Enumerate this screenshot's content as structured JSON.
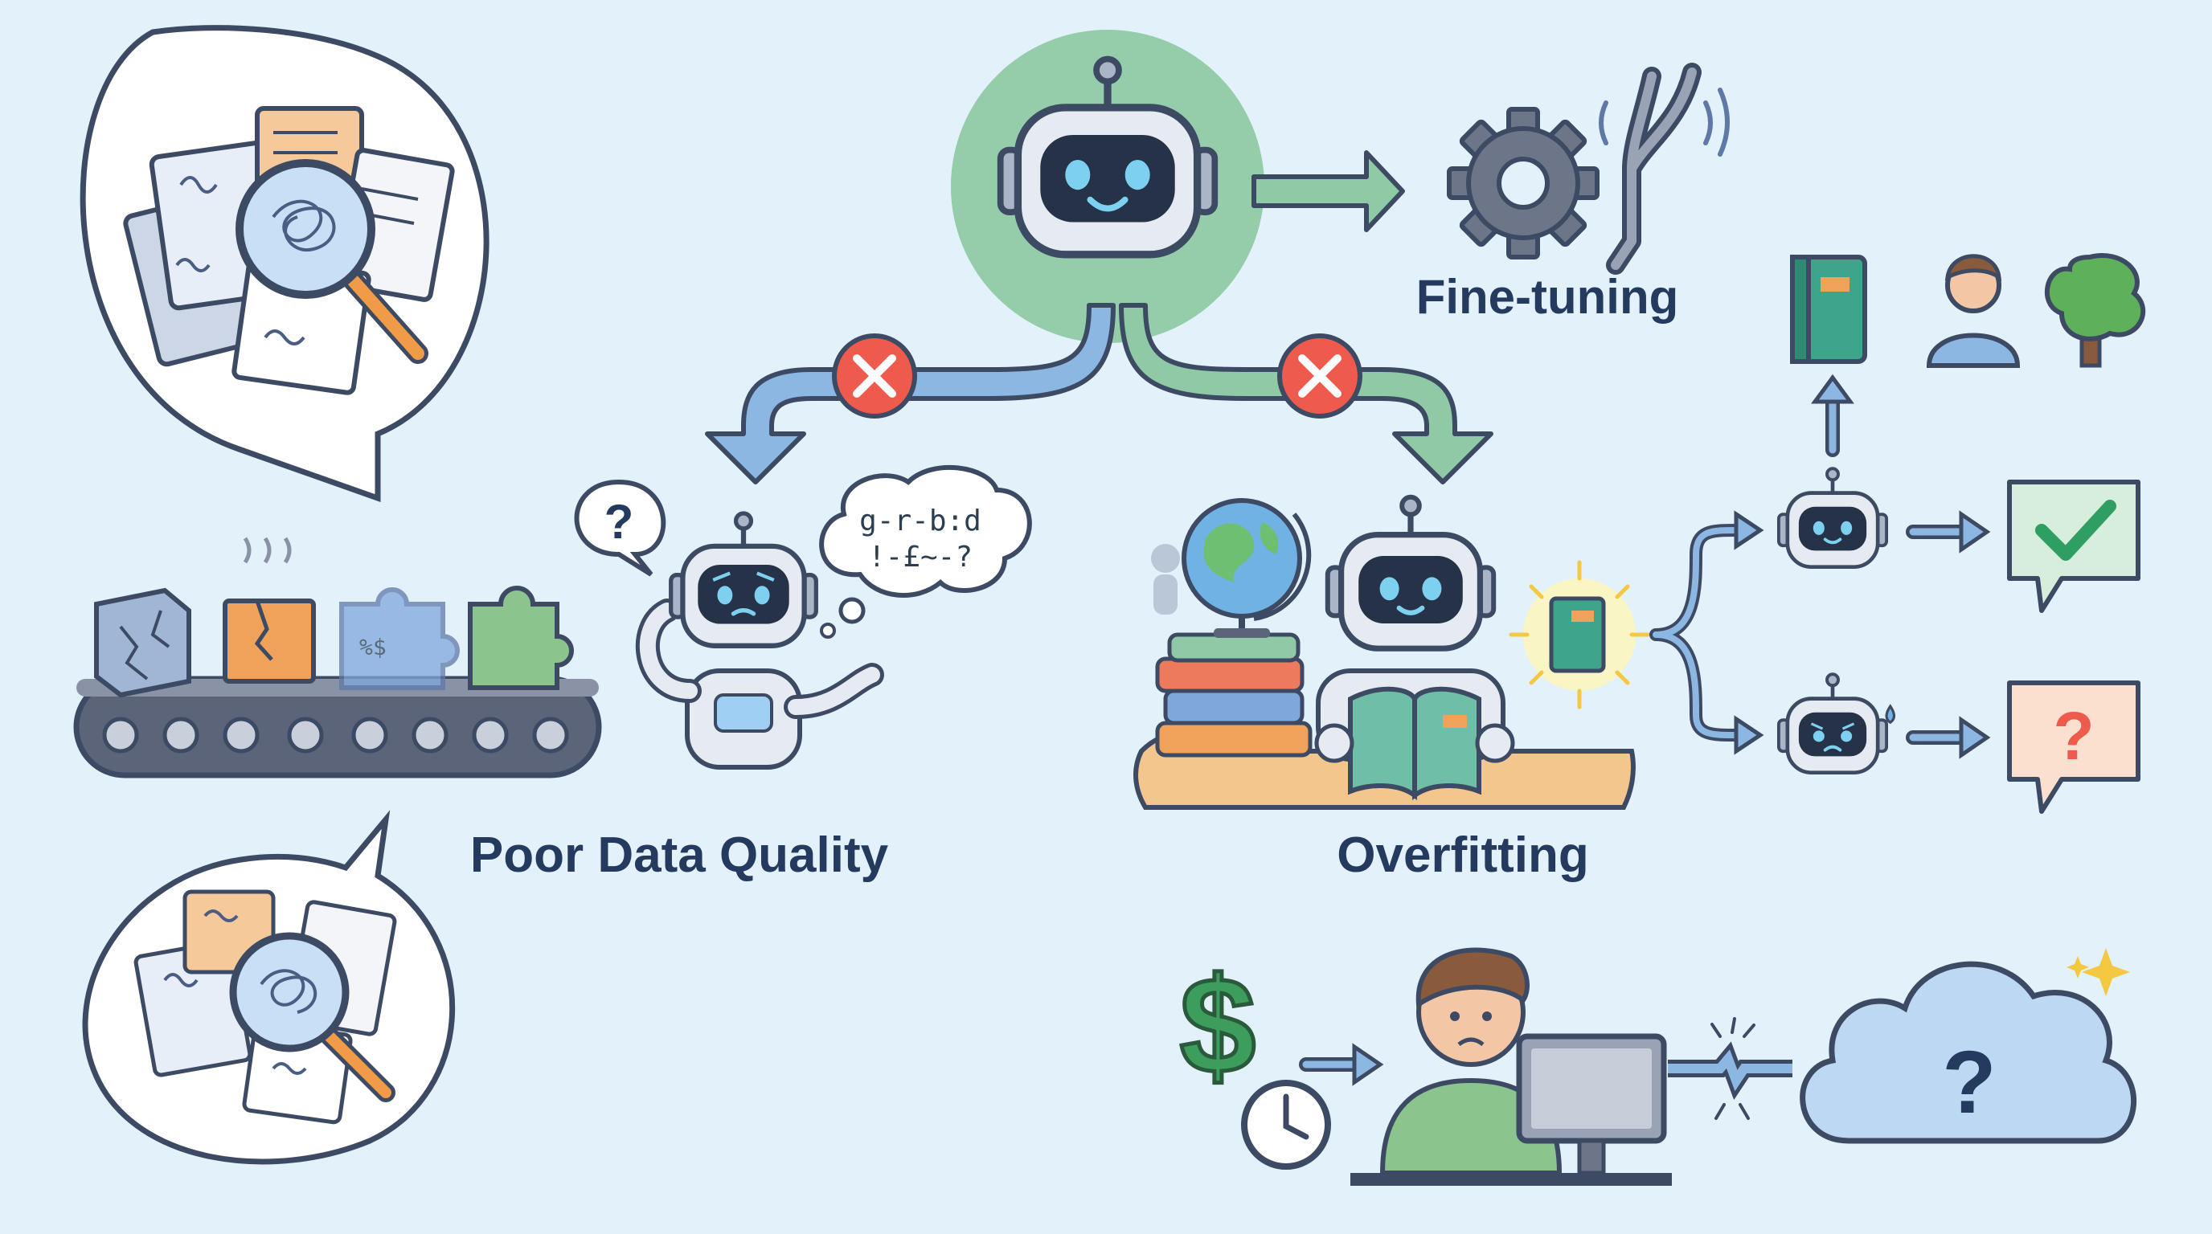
{
  "labels": {
    "fine_tuning": "Fine-tuning",
    "poor_data_quality": "Poor Data Quality",
    "overfitting": "Overfitting"
  },
  "thought": {
    "line1": "g-r-b:d",
    "line2": "!-£~-?"
  },
  "glyphs": {
    "question": "?",
    "dollar": "$",
    "puzzle_text": "%$"
  },
  "colors": {
    "background": "#e3f1fb",
    "outline": "#3d4a63",
    "blue_path": "#8db7e3",
    "green_path": "#8fc9a5",
    "error_red": "#ee5a4b",
    "success_green": "#2f9e62",
    "warning_orange": "#f1a25a",
    "label_navy": "#243a5e"
  },
  "icons": {
    "central": "robot-icon",
    "fine_tuning": [
      "gear-icon",
      "tuning-fork-icon"
    ],
    "paths": [
      "cross-icon",
      "cross-icon"
    ],
    "outcomes": [
      "book-icon",
      "person-icon",
      "tree-icon",
      "check-icon",
      "question-icon"
    ],
    "costs": [
      "dollar-icon",
      "clock-icon",
      "computer-icon",
      "cloud-icon"
    ]
  }
}
